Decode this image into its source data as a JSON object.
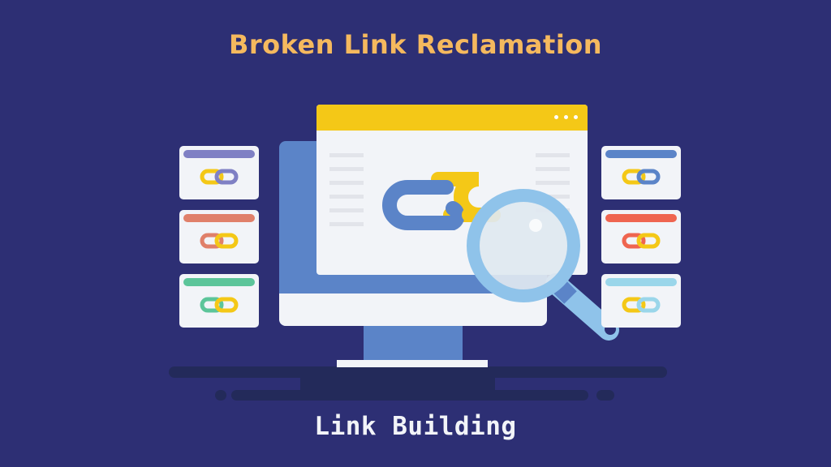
{
  "header": {
    "title": "Broken Link Reclamation",
    "title_color": "#f5b95e"
  },
  "footer": {
    "caption": "Link Building",
    "caption_color": "#f2f4f8"
  },
  "illustration": {
    "background": "#2d2f74",
    "monitor": {
      "frame_color": "#5b84c8",
      "screen_color": "#f2f4f8",
      "stand_color": "#5b84c8"
    },
    "browser_window": {
      "header_color": "#f4c817",
      "body_color": "#f2f4f8",
      "dots": 3
    },
    "main_icon": "chain-link-icon",
    "magnifier_icon": "magnifying-glass-icon",
    "left_cards": [
      {
        "bar_color": "#7f80c4",
        "link_colors": [
          "#f4c817",
          "#7f80c4"
        ]
      },
      {
        "bar_color": "#e0806a",
        "link_colors": [
          "#e0806a",
          "#f4c817"
        ]
      },
      {
        "bar_color": "#5cc59a",
        "link_colors": [
          "#5cc59a",
          "#f4c817"
        ]
      }
    ],
    "right_cards": [
      {
        "bar_color": "#5b84c8",
        "link_colors": [
          "#f4c817",
          "#5b84c8"
        ]
      },
      {
        "bar_color": "#ef6550",
        "link_colors": [
          "#ef6550",
          "#f4c817"
        ]
      },
      {
        "bar_color": "#9ad6ea",
        "link_colors": [
          "#f4c817",
          "#9ad6ea"
        ]
      }
    ]
  }
}
